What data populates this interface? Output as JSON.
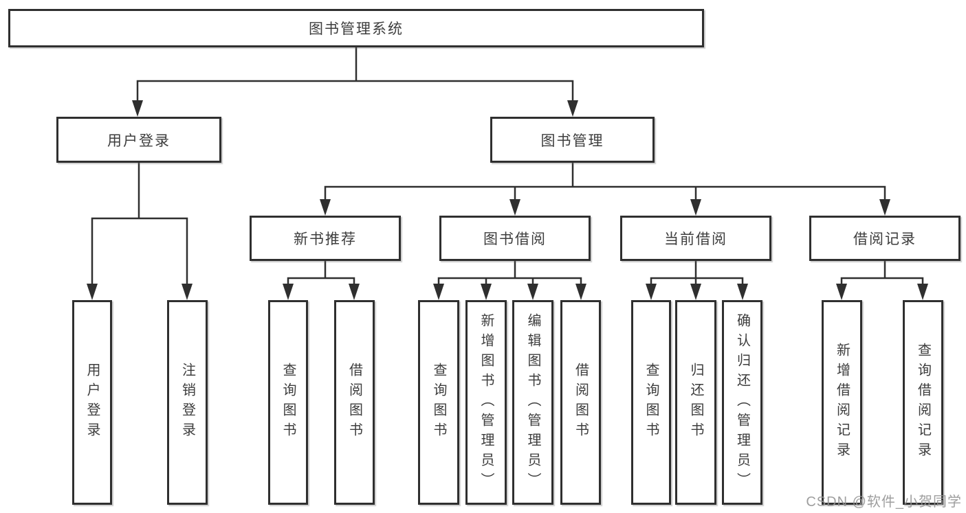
{
  "diagram": {
    "title": "图书管理系统",
    "nodes": {
      "root": {
        "label": "图书管理系统"
      },
      "level2": [
        {
          "label": "用户登录",
          "parent": "图书管理系统"
        },
        {
          "label": "图书管理",
          "parent": "图书管理系统"
        }
      ],
      "level3": [
        {
          "label": "新书推荐",
          "parent": "图书管理"
        },
        {
          "label": "图书借阅",
          "parent": "图书管理"
        },
        {
          "label": "当前借阅",
          "parent": "图书管理"
        },
        {
          "label": "借阅记录",
          "parent": "图书管理"
        }
      ],
      "level4": [
        {
          "label": "用户登录",
          "parent": "用户登录"
        },
        {
          "label": "注销登录",
          "parent": "用户登录"
        },
        {
          "label": "查询图书",
          "parent": "新书推荐"
        },
        {
          "label": "借阅图书",
          "parent": "新书推荐"
        },
        {
          "label": "查询图书",
          "parent": "图书借阅"
        },
        {
          "label": "新增图书（管理员）",
          "parent": "图书借阅"
        },
        {
          "label": "编辑图书（管理员）",
          "parent": "图书借阅"
        },
        {
          "label": "借阅图书",
          "parent": "图书借阅"
        },
        {
          "label": "查询图书",
          "parent": "当前借阅"
        },
        {
          "label": "归还图书",
          "parent": "当前借阅"
        },
        {
          "label": "确认归还（管理员）",
          "parent": "当前借阅"
        },
        {
          "label": "新增借阅记录",
          "parent": "借阅记录"
        },
        {
          "label": "查询借阅记录",
          "parent": "借阅记录"
        }
      ]
    },
    "colors": {
      "line": "#2f2f2f",
      "text": "#3d3d3d",
      "box_background": "#ffffff",
      "watermark": "#949494"
    }
  },
  "watermark": {
    "text": "CSDN @软件_小贺同学"
  }
}
